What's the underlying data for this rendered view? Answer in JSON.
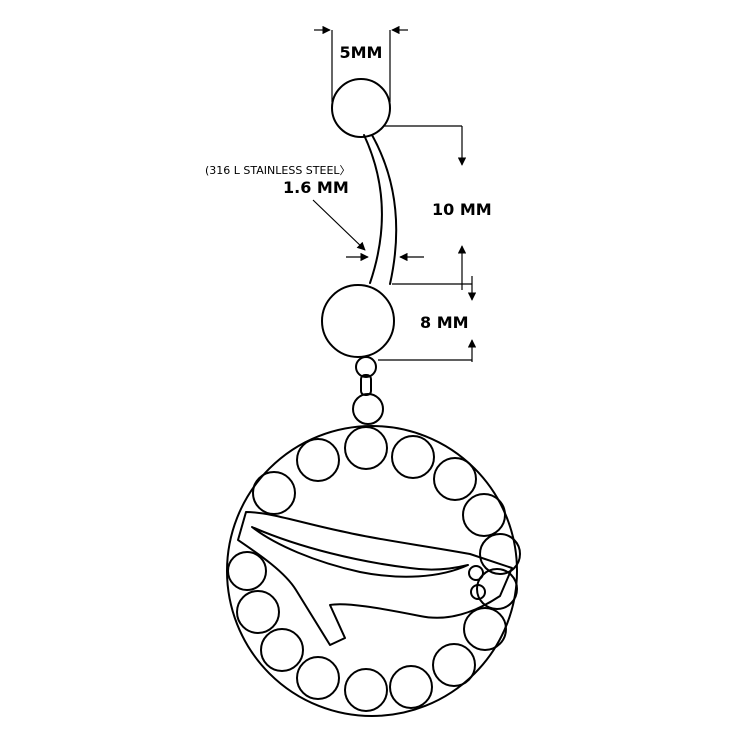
{
  "labels": {
    "ball_width": "5MM",
    "material": "(316 L STAINLESS STEEL〉",
    "gauge": "1.6 MM",
    "bar_length": "10 MM",
    "lower_ball": "8 MM"
  },
  "colors": {
    "line": "#000000",
    "background": "#ffffff"
  }
}
